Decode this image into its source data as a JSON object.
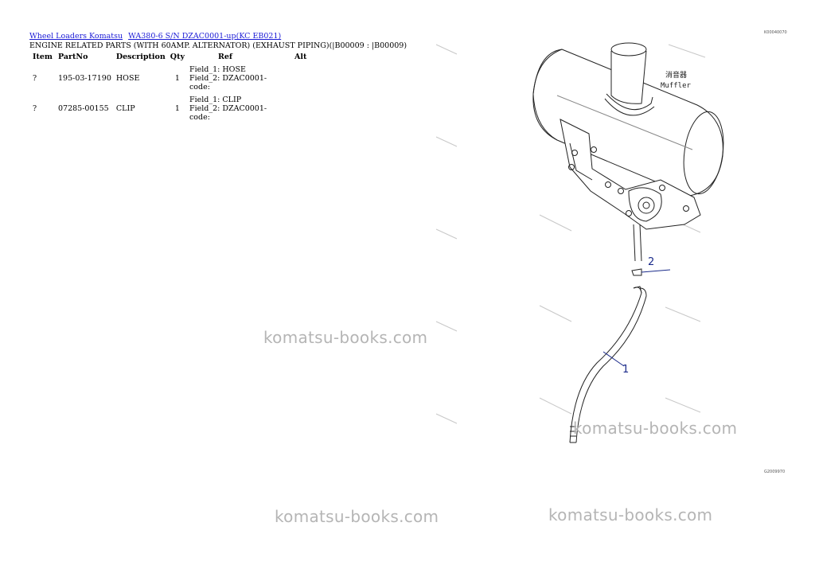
{
  "breadcrumbs": [
    {
      "label": "Wheel Loaders Komatsu"
    },
    {
      "label": "WA380-6 S/N DZAC0001-up(KC EB021)"
    }
  ],
  "title": "ENGINE RELATED PARTS (WITH 60AMP. ALTERNATOR) (EXHAUST PIPING)(|B00009 : |B00009)",
  "table": {
    "headers": {
      "item": "Item",
      "partno": "PartNo",
      "description": "Description",
      "qty": "Qty",
      "ref": "Ref",
      "alt": "Alt"
    },
    "rows": [
      {
        "item": "?",
        "partno": "195-03-17190",
        "description": "HOSE",
        "qty": "1",
        "ref_line1": "Field_1: HOSE",
        "ref_line2": "Field_2: DZAC0001-",
        "ref_line3": "code:",
        "alt": ""
      },
      {
        "item": "?",
        "partno": "07285-00155",
        "description": "CLIP",
        "qty": "1",
        "ref_line1": "Field_1: CLIP",
        "ref_line2": "Field_2: DZAC0001-",
        "ref_line3": "code:",
        "alt": ""
      }
    ]
  },
  "drawing": {
    "code_top": "K00040070",
    "code_bottom": "G2009970",
    "muffler_jp": "消音器",
    "muffler_en": "Muffler",
    "callouts": [
      "1",
      "2"
    ]
  },
  "watermark": "komatsu-books.com",
  "colors": {
    "link": "#1a1ad6",
    "callout": "#1a2a8a",
    "watermark": "#b5b5b5"
  }
}
